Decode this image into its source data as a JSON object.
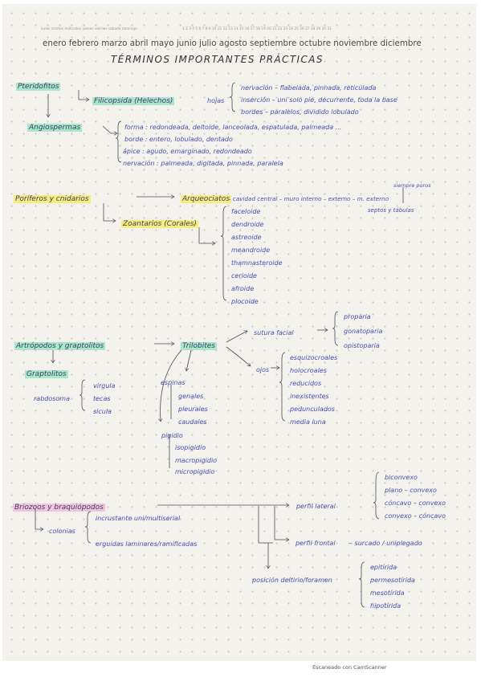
{
  "calendar": {
    "days": "lunes martes miércoles jueves viernes sábado domingo",
    "day_numbers": "1 2 3 4 5 6 7 8 9 10 11 12 13 14 15 16 17 18 19 20 21 22 23 24 25 26 27 28 29 30 31",
    "months": "enero febrero marzo abril mayo junio julio agosto septiembre octubre noviembre diciembre"
  },
  "title": "TÉRMINOS IMPORTANTES PRÁCTICAS",
  "footer": "Escaneado con CamScanner",
  "colors": {
    "green": "#a9e6cc",
    "yellow": "#f7ec7e",
    "pink": "#f3c3dc",
    "ink": "#4a4fb0"
  },
  "s1": {
    "head1": "Pteridofitos",
    "head2": "Filicopsida (Helechos)",
    "hojas": "hojas",
    "bullets": [
      "nervación – flabelada, pinnada, reticulada",
      "inserción – uni solo pie, decurrente, toda la base",
      "bordes – paralelos, dividido lobulado"
    ],
    "head3": "Angiospermas",
    "rows": [
      "forma : redondeada, deltoide, lanceolada, espatulada, palmeada ...",
      "borde : entero, lobulado, dentado",
      "ápice : agudo, emarginado, redondeado",
      "nervación : palmeada, digitada, pinnada, paralela"
    ]
  },
  "s2": {
    "head1": "Poríferos y cnidarios",
    "head2": "Arqueociatos",
    "line": "– cavidad central – muro interno – externo – m. externo",
    "note1": "siempre poros",
    "note2": "septos y tábulas",
    "head3": "Zoantarios (Corales)",
    "items": [
      "faceloide",
      "dendroide",
      "astreoide",
      "meandroide",
      "thamnasteroide",
      "cerioide",
      "afroide",
      "plocoide"
    ]
  },
  "s3": {
    "head1": "Artrópodos y graptolitos",
    "head2": "Trilobites",
    "sutura": "sutura facial",
    "sutura_items": [
      "proparia",
      "gonatoparia",
      "opistoparia"
    ],
    "ojos": "ojos",
    "ojos_items": [
      "esquizocroales",
      "holocroales",
      "reducidos",
      "inexistentes",
      "pedunculados",
      "media luna"
    ],
    "espinas": "espinas",
    "espinas_items": [
      "genales",
      "pleurales",
      "caudales"
    ],
    "pigidio": "pigidio",
    "pigidio_items": [
      "isopigidio",
      "macropigidio",
      "micropigidio"
    ],
    "head3": "Graptolitos",
    "rabdosoma": "rabdosoma",
    "rab_items": [
      "virgula",
      "tecas",
      "sicula"
    ]
  },
  "s4": {
    "head1": "Briozoos y braquiópodos",
    "colonias": "colonias",
    "incrustante": "incrustante uni/multiserial",
    "erguidas": "erguidas laminares/ramificadas",
    "perfil_lateral": "perfil lateral",
    "pl_items": [
      "biconvexo",
      "plano – convexo",
      "cóncavo – convexo",
      "convexo – cóncavo"
    ],
    "perfil_frontal": "perfil frontal",
    "pf_text": "– surcado / uniplegado",
    "posicion": "posición deltirio/foramen",
    "pos_items": [
      "epitírida",
      "permesotírida",
      "mesotírida",
      "hipotírida"
    ]
  }
}
